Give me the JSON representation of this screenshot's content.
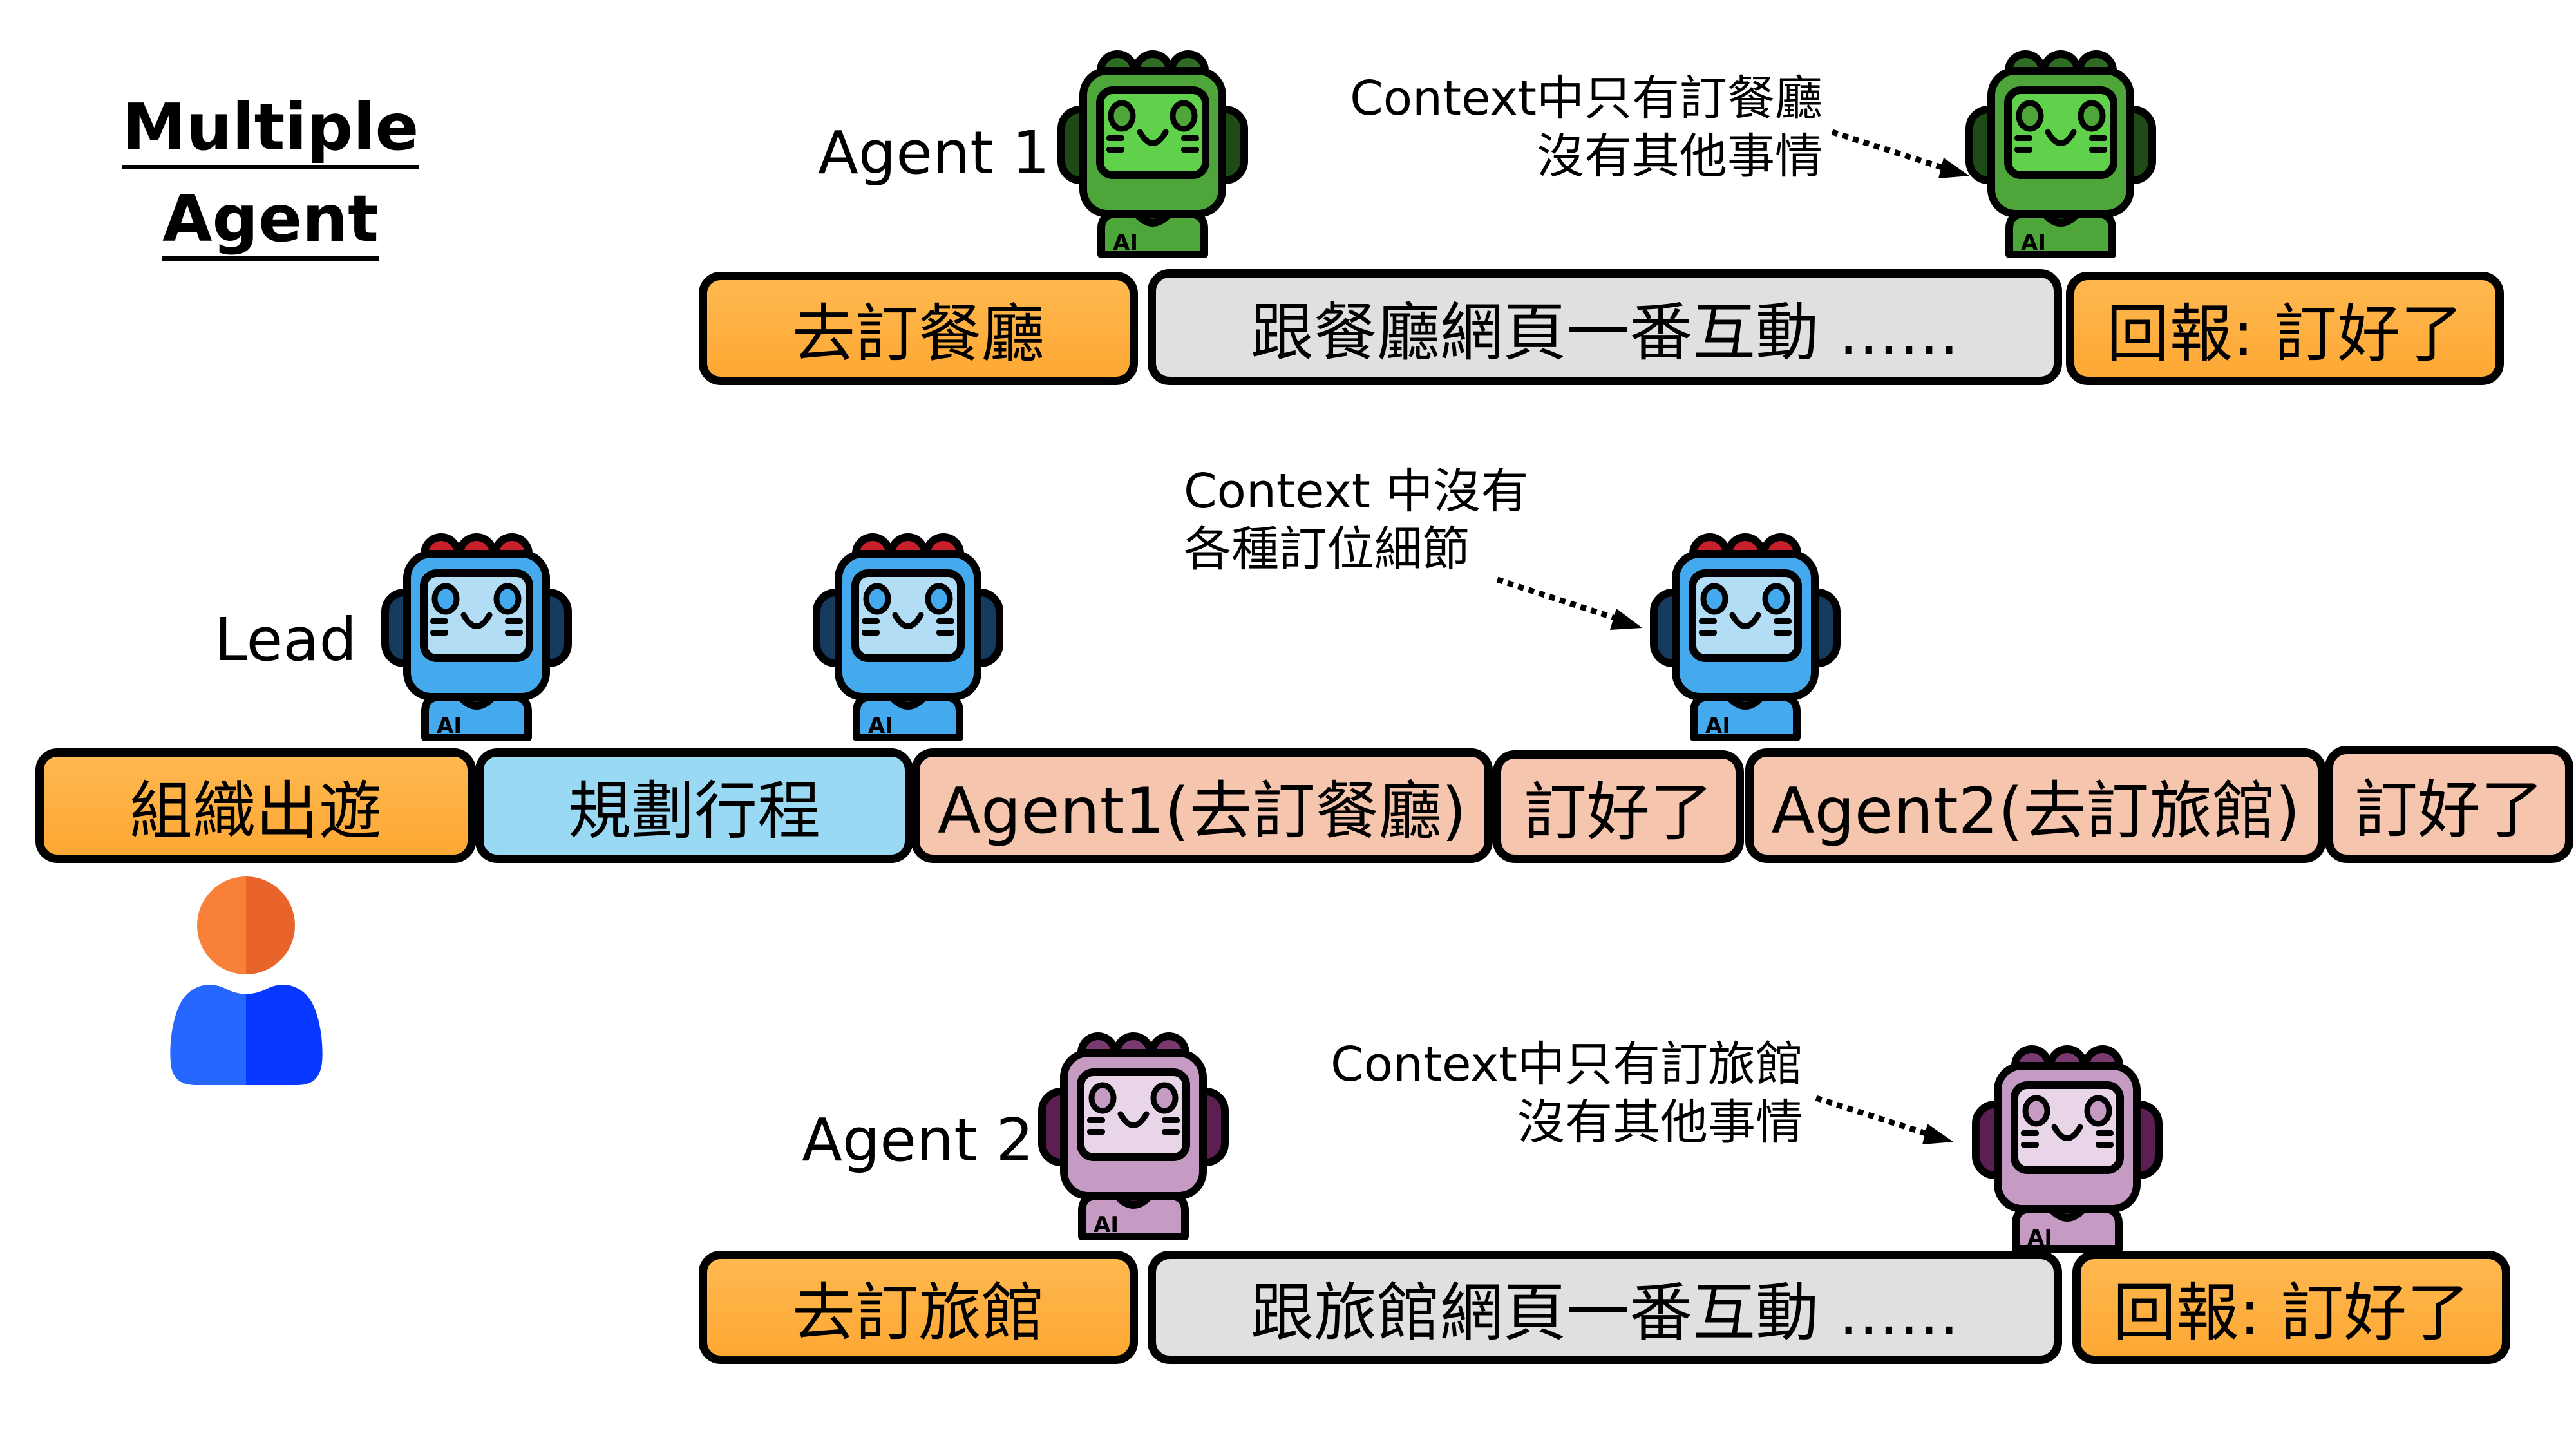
{
  "title": {
    "line1": "Multiple",
    "line2": "Agent"
  },
  "agent1": {
    "label": "Agent 1",
    "note_line1": "Context中只有訂餐廳",
    "note_line2": "沒有其他事情",
    "timeline": [
      "去訂餐廳",
      "跟餐廳網頁一番互動 ......",
      "回報: 訂好了"
    ]
  },
  "lead": {
    "label": "Lead",
    "note_line1": "Context 中沒有",
    "note_line2": "各種訂位細節",
    "timeline": [
      "組織出遊",
      "規劃行程",
      "Agent1(去訂餐廳)",
      "訂好了",
      "Agent2(去訂旅館)",
      "訂好了"
    ]
  },
  "agent2": {
    "label": "Agent 2",
    "note_line1": "Context中只有訂旅館",
    "note_line2": "沒有其他事情",
    "timeline": [
      "去訂旅館",
      "跟旅館網頁一番互動 ......",
      "回報: 訂好了"
    ]
  },
  "robot_icons": {
    "agent1": {
      "icon": "robot-icon",
      "body": "#4ea63a",
      "screen": "#5fd14b",
      "dark": "#1e4a16",
      "bumps": "#2f6b25"
    },
    "lead": {
      "icon": "robot-icon",
      "body": "#45a9ee",
      "screen": "#b3dcf5",
      "dark": "#163a5e",
      "bumps": "#c8202a"
    },
    "agent2": {
      "icon": "robot-icon",
      "body": "#c59bc3",
      "screen": "#e8d5e7",
      "dark": "#5b1f52",
      "bumps": "#7a3a70"
    }
  },
  "user_icon": {
    "icon": "user-icon",
    "head": "#f98039",
    "head_shade": "#e8642a",
    "body": "#2667ff",
    "body_shade": "#0638ff"
  },
  "colors": {
    "orange": "#fdae3e",
    "gray": "#e0e0e0",
    "blue": "#99d9f4",
    "peach": "#f5c5ad"
  }
}
